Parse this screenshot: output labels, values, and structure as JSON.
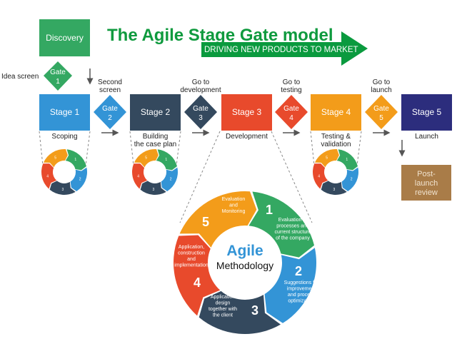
{
  "title": "The Agile Stage Gate model",
  "banner": "DRIVING NEW PRODUCTS TO MARKET",
  "discovery": "Discovery",
  "gate1": {
    "label": [
      "Gate",
      "1"
    ],
    "caption": "Idea screen"
  },
  "stages": [
    {
      "label": "Stage 1",
      "caption": [
        "Scoping"
      ],
      "color": "#3394d6"
    },
    {
      "label": "Stage 2",
      "caption": [
        "Building",
        "the case plan"
      ],
      "color": "#34495e"
    },
    {
      "label": "Stage 3",
      "caption": [
        "Development"
      ],
      "color": "#e84a2c"
    },
    {
      "label": "Stage 4",
      "caption": [
        "Testing &",
        "validation"
      ],
      "color": "#f39c1a"
    },
    {
      "label": "Stage 5",
      "caption": [
        "Launch"
      ],
      "color": "#2c2d7d"
    }
  ],
  "gates": [
    {
      "label": [
        "Gate",
        "2"
      ],
      "caption": [
        "Second",
        "screen"
      ],
      "color": "#3394d6"
    },
    {
      "label": [
        "Gate",
        "3"
      ],
      "caption": [
        "Go to",
        "development"
      ],
      "color": "#34495e"
    },
    {
      "label": [
        "Gate",
        "4"
      ],
      "caption": [
        "Go to",
        "testing"
      ],
      "color": "#e84a2c"
    },
    {
      "label": [
        "Gate",
        "5"
      ],
      "caption": [
        "Go to",
        "launch"
      ],
      "color": "#f39c1a"
    }
  ],
  "post_launch": [
    "Post-",
    "launch",
    "review"
  ],
  "agile": {
    "center": [
      "Agile",
      "Methodology"
    ],
    "steps": [
      {
        "num": "1",
        "text": [
          "Evaluation of",
          "processes and",
          "current structure",
          "of the company"
        ],
        "color": "#34a862"
      },
      {
        "num": "2",
        "text": [
          "Suggestions for",
          "improvement",
          "and process",
          "optimization"
        ],
        "color": "#3394d6"
      },
      {
        "num": "3",
        "text": [
          "Application",
          "design",
          "together with",
          "the client"
        ],
        "color": "#34495e"
      },
      {
        "num": "4",
        "text": [
          "Application,",
          "construction",
          "and",
          "implementation"
        ],
        "color": "#e84a2c"
      },
      {
        "num": "5",
        "text": [
          "Evaluation",
          "and",
          "Monitoring"
        ],
        "color": "#f39c1a"
      }
    ]
  },
  "colors": {
    "green": "#0f9a3e",
    "discovery": "#34a862",
    "post_launch": "#a97c48",
    "agile_blue": "#3394d6"
  }
}
